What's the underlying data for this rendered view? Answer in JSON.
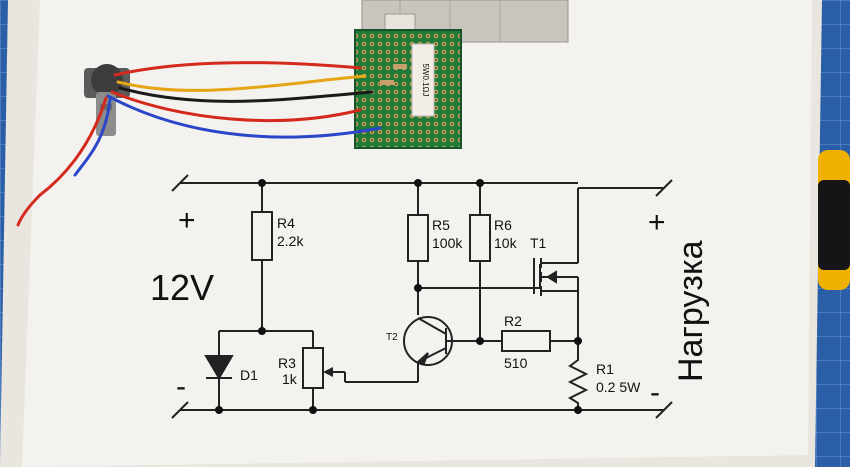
{
  "schematic": {
    "supply_voltage": "12V",
    "plus_left": "+",
    "minus_left": "-",
    "plus_right": "+",
    "minus_right": "-",
    "load_label": "Нагрузка",
    "R4": {
      "name": "R4",
      "value": "2.2k"
    },
    "R5": {
      "name": "R5",
      "value": "100k"
    },
    "R6": {
      "name": "R6",
      "value": "10k"
    },
    "R2": {
      "name": "R2",
      "value": "510"
    },
    "R3": {
      "name": "R3",
      "value": "1k"
    },
    "R1": {
      "name": "R1",
      "value": "0.2 5W"
    },
    "D1": {
      "name": "D1"
    },
    "T1": {
      "name": "T1"
    },
    "T2": {
      "name": "T2"
    }
  },
  "board": {
    "resistor_marking": "5W0.1ΩJ"
  },
  "colors": {
    "mat": "#2a5fa8",
    "paper": "#f4f2ee",
    "pcb": "#1f7a3a",
    "ink": "#111111",
    "wire_red": "#d42a1e",
    "wire_blue": "#2b46c8",
    "wire_yellow": "#e6a516",
    "wire_black": "#1a1a1a"
  }
}
